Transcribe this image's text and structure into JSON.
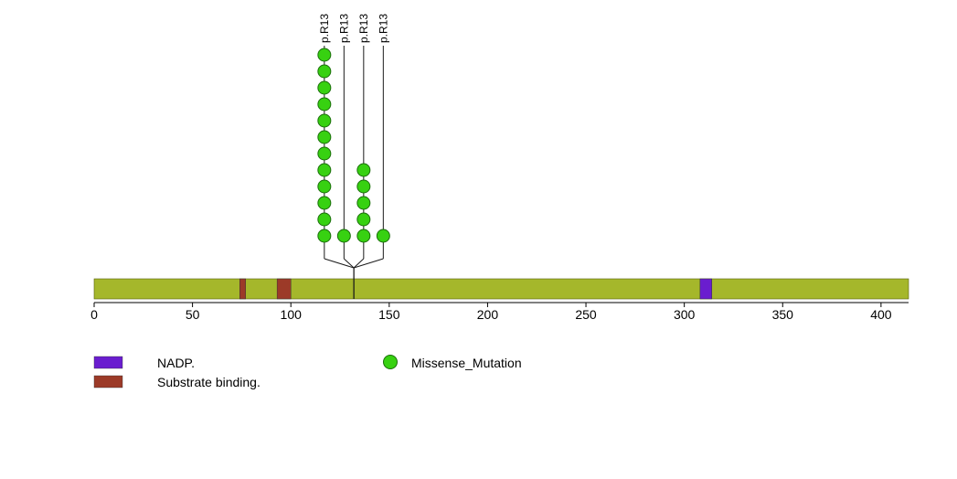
{
  "chart_data": {
    "type": "lollipop",
    "title": "",
    "protein_length": 414,
    "xlim": [
      0,
      414
    ],
    "x_ticks": [
      0,
      50,
      100,
      150,
      200,
      250,
      300,
      350,
      400
    ],
    "backbone_color": "#a5b72b",
    "stem_color": "#1a1a1a",
    "mutation_color": "#37d111",
    "mutation_stroke_color": "#1b6e0b",
    "domains": [
      {
        "name": "Substrate binding.",
        "start": 74,
        "end": 77,
        "color": "#9c3a28"
      },
      {
        "name": "Substrate binding.",
        "start": 93,
        "end": 100,
        "color": "#9c3a28"
      },
      {
        "name": "NADP.",
        "start": 308,
        "end": 314,
        "color": "#6a1dcf"
      }
    ],
    "mutations": [
      {
        "label": "p.R13",
        "position": 132,
        "count": 12,
        "type": "Missense_Mutation"
      },
      {
        "label": "p.R13",
        "position": 132,
        "count": 1,
        "type": "Missense_Mutation"
      },
      {
        "label": "p.R13",
        "position": 132,
        "count": 5,
        "type": "Missense_Mutation"
      },
      {
        "label": "p.R13",
        "position": 132,
        "count": 1,
        "type": "Missense_Mutation"
      }
    ],
    "legend": [
      {
        "label": "NADP.",
        "color": "#6a1dcf",
        "shape": "square"
      },
      {
        "label": "Substrate binding.",
        "color": "#9c3a28",
        "shape": "square"
      },
      {
        "label": "Missense_Mutation",
        "color": "#37d111",
        "shape": "circle"
      }
    ]
  }
}
